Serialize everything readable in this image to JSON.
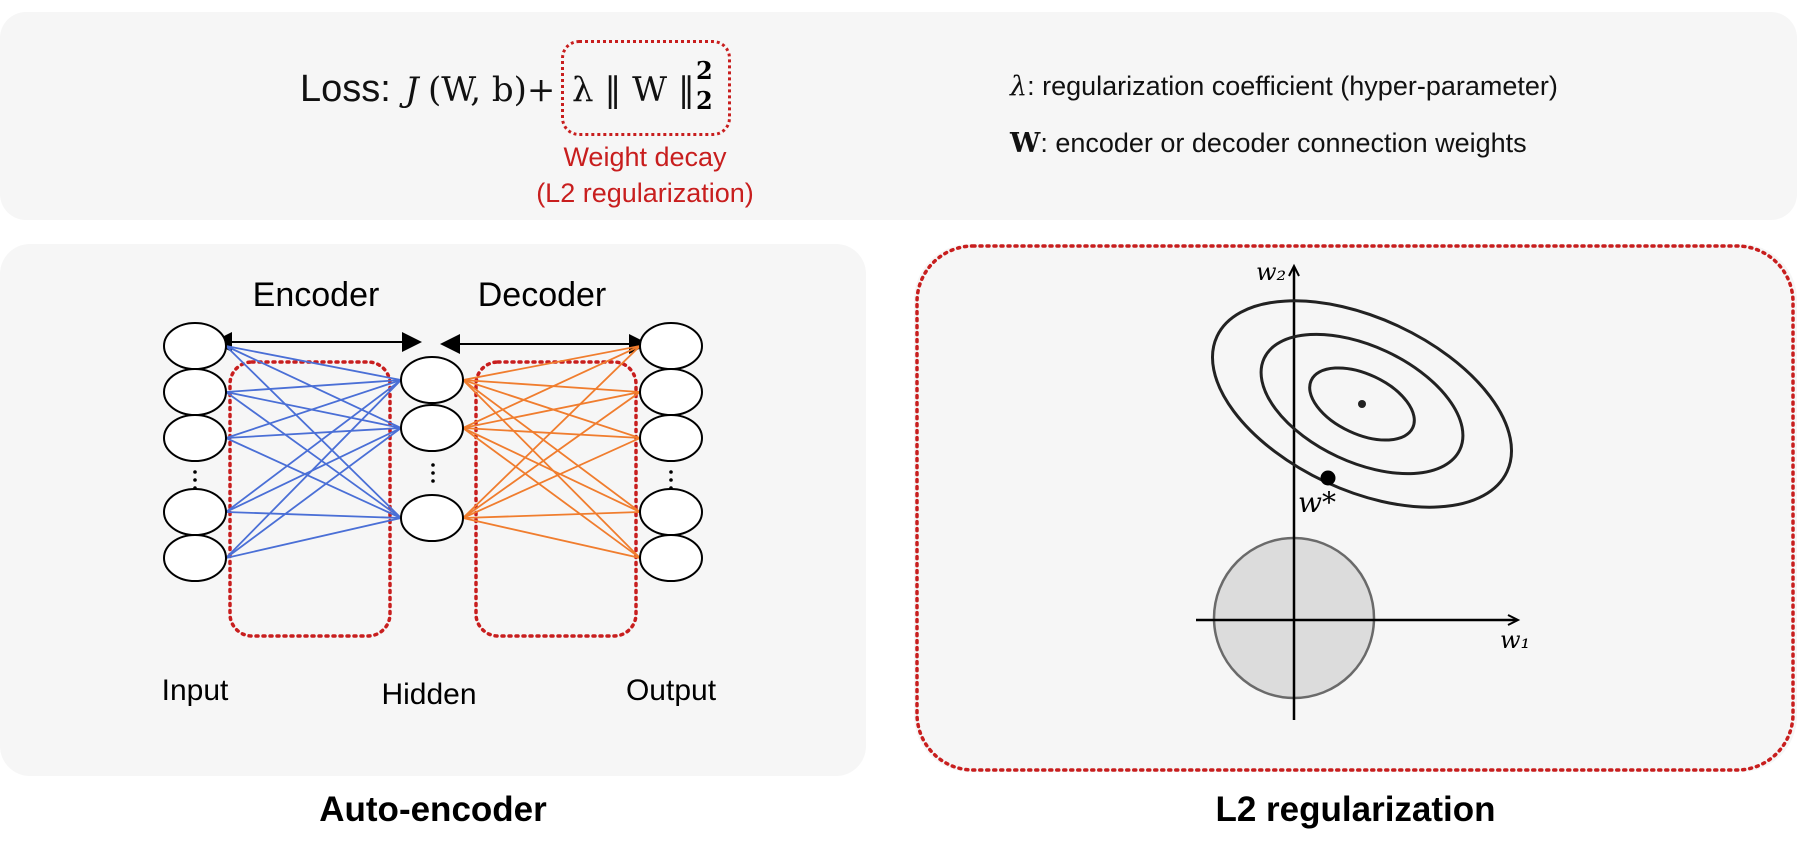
{
  "equation": {
    "loss_label": "Loss:",
    "j_symbol": "J",
    "args": "(W, b)+",
    "penalty": "λ ‖ W ‖",
    "norm_sup": "2",
    "norm_sub": "2",
    "annotation_line1": "Weight decay",
    "annotation_line2": "(L2 regularization)"
  },
  "definitions": [
    {
      "symbol": "λ",
      "text": ": regularization coefficient (hyper-parameter)"
    },
    {
      "symbol": "W",
      "text": ": encoder or decoder connection weights"
    }
  ],
  "autoencoder": {
    "encoder_label": "Encoder",
    "decoder_label": "Decoder",
    "input_label": "Input",
    "hidden_label": "Hidden",
    "output_label": "Output",
    "input_nodes": 5,
    "hidden_nodes": 3,
    "output_nodes": 5,
    "encoder_color": "#4a6fd6",
    "decoder_color": "#f07d2e",
    "highlight_color": "#c81e1e",
    "caption": "Auto-encoder"
  },
  "l2_plot": {
    "y_axis_label": "w₂",
    "x_axis_label": "w₁",
    "optimum_label": "w*",
    "constraint_fill": "#dcdcdc",
    "caption": "L2 regularization"
  }
}
